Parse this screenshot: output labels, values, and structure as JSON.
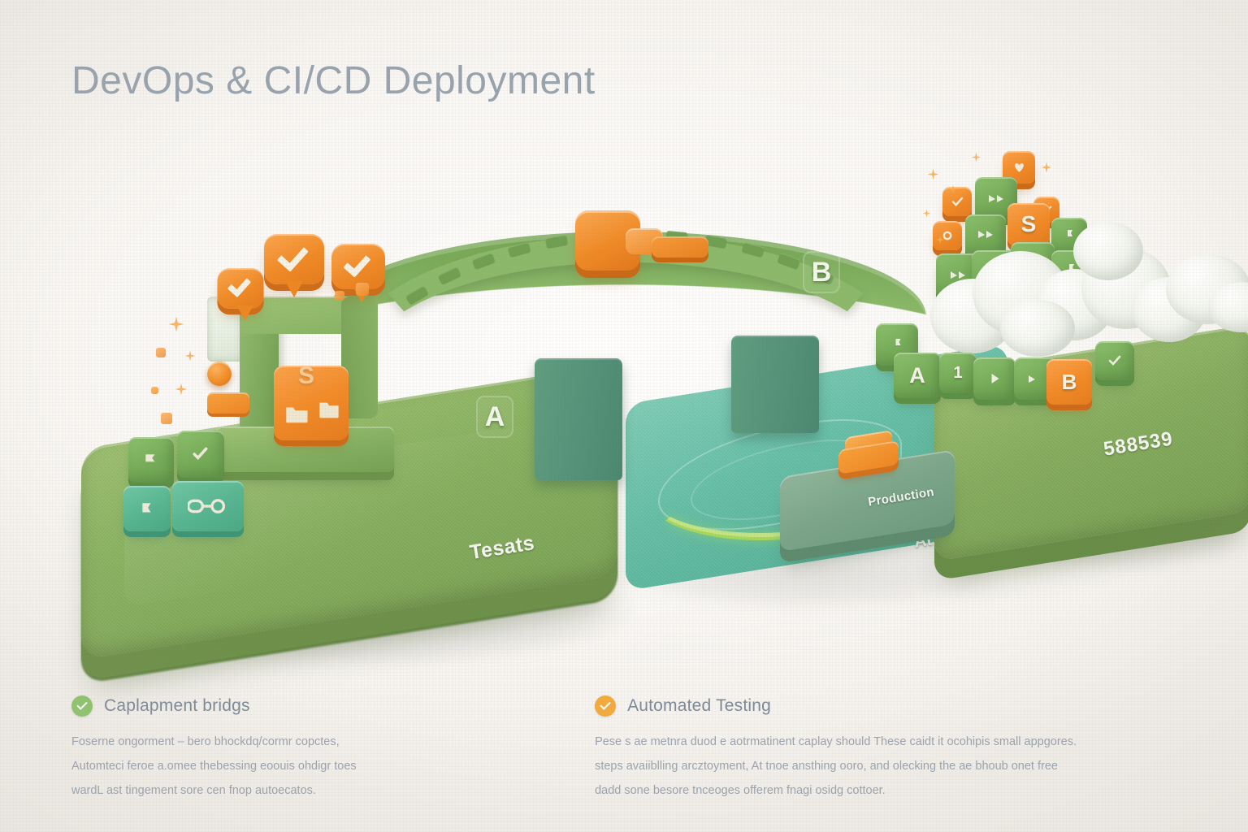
{
  "page": {
    "title": "DevOps & CI/CD Deployment"
  },
  "scene": {
    "bridge": {
      "arch_a_label": "A",
      "arch_b_label": "B"
    },
    "platforms": [
      {
        "name": "left-stage",
        "engraved_label": "Tesats"
      },
      {
        "name": "mid-water-stage",
        "engraved_label": "At"
      },
      {
        "name": "right-stage",
        "engraved_label": "588539"
      }
    ],
    "production_box": {
      "label": "Production"
    },
    "left_blocks": [
      {
        "label": "",
        "icon": "flag-icon",
        "color": "green"
      },
      {
        "label": "",
        "icon": "checkmark-icon",
        "color": "green"
      },
      {
        "label": "",
        "icon": "flag-icon",
        "color": "teal"
      },
      {
        "label": "",
        "icon": "link-icon",
        "color": "teal"
      }
    ],
    "deploy_cube": {
      "label": "S",
      "icon": "folder-icon",
      "color": "orange"
    },
    "status_bubbles": [
      {
        "icon": "checkmark-icon",
        "color": "#f18a25"
      },
      {
        "icon": "checkmark-icon",
        "color": "#f18a25"
      },
      {
        "icon": "checkmark-icon",
        "color": "#f18a25"
      }
    ],
    "stack_blocks": [
      {
        "label": "",
        "icon": "heart-icon",
        "color": "orange"
      },
      {
        "label": "",
        "icon": "checkmark-icon",
        "color": "orange"
      },
      {
        "label": "",
        "icon": "checkmark-icon",
        "color": "orange"
      },
      {
        "label": "",
        "icon": "gear-icon",
        "color": "orange"
      },
      {
        "label": "S",
        "icon": "",
        "color": "orange"
      },
      {
        "label": "",
        "icon": "send-icon",
        "color": "green"
      },
      {
        "label": "",
        "icon": "send-icon",
        "color": "green"
      },
      {
        "label": "",
        "icon": "close-icon",
        "color": "green"
      },
      {
        "label": "",
        "icon": "image-icon",
        "color": "green"
      },
      {
        "label": "",
        "icon": "flag-icon",
        "color": "green"
      },
      {
        "label": "",
        "icon": "flag-icon",
        "color": "green"
      },
      {
        "label": "",
        "icon": "flag-icon",
        "color": "green"
      }
    ],
    "base_blocks": [
      {
        "label": "",
        "icon": "flag-icon",
        "color": "green"
      },
      {
        "label": "A",
        "icon": "",
        "color": "green"
      },
      {
        "label": "1",
        "icon": "",
        "color": "green"
      },
      {
        "label": "",
        "icon": "play-icon",
        "color": "green"
      },
      {
        "label": "",
        "icon": "send-icon",
        "color": "green"
      },
      {
        "label": "B",
        "icon": "",
        "color": "orange"
      },
      {
        "label": "",
        "icon": "checkmark-icon",
        "color": "green"
      }
    ],
    "colors": {
      "background": "#f6f3ef",
      "platform_green": "#89b35f",
      "platform_green_dark": "#6d9049",
      "water_teal": "#63bfa6",
      "accent_orange": "#f18a25",
      "cloud_white": "#f4f6f0",
      "title_gray": "#98a3ad"
    }
  },
  "notes": [
    {
      "badge": "check-badge-green",
      "badge_color": "#8dc56c",
      "title": "Caplapment bridgs",
      "lines": [
        "Foserne ongorment – bero bhockdq/cormr copctes,",
        "Automteci feroe a.omee thebessing eoouis ohdigr toes",
        "wardL ast tingement sore cen fnop autoecatos."
      ]
    },
    {
      "badge": "check-badge-orange",
      "badge_color": "#f3ab3c",
      "title": "Automated Testing",
      "lines": [
        "Pese s ae metnra duod e aotrmatinent caplay should These caidt it ocohipis small appgores.",
        "steps avaiiblling arcztoyment, At tnoe ansthing ooro, and olecking the ae bhoub onet free",
        "dadd sone besore tnceoges offerem fnagi osidg cottoer."
      ]
    }
  ]
}
